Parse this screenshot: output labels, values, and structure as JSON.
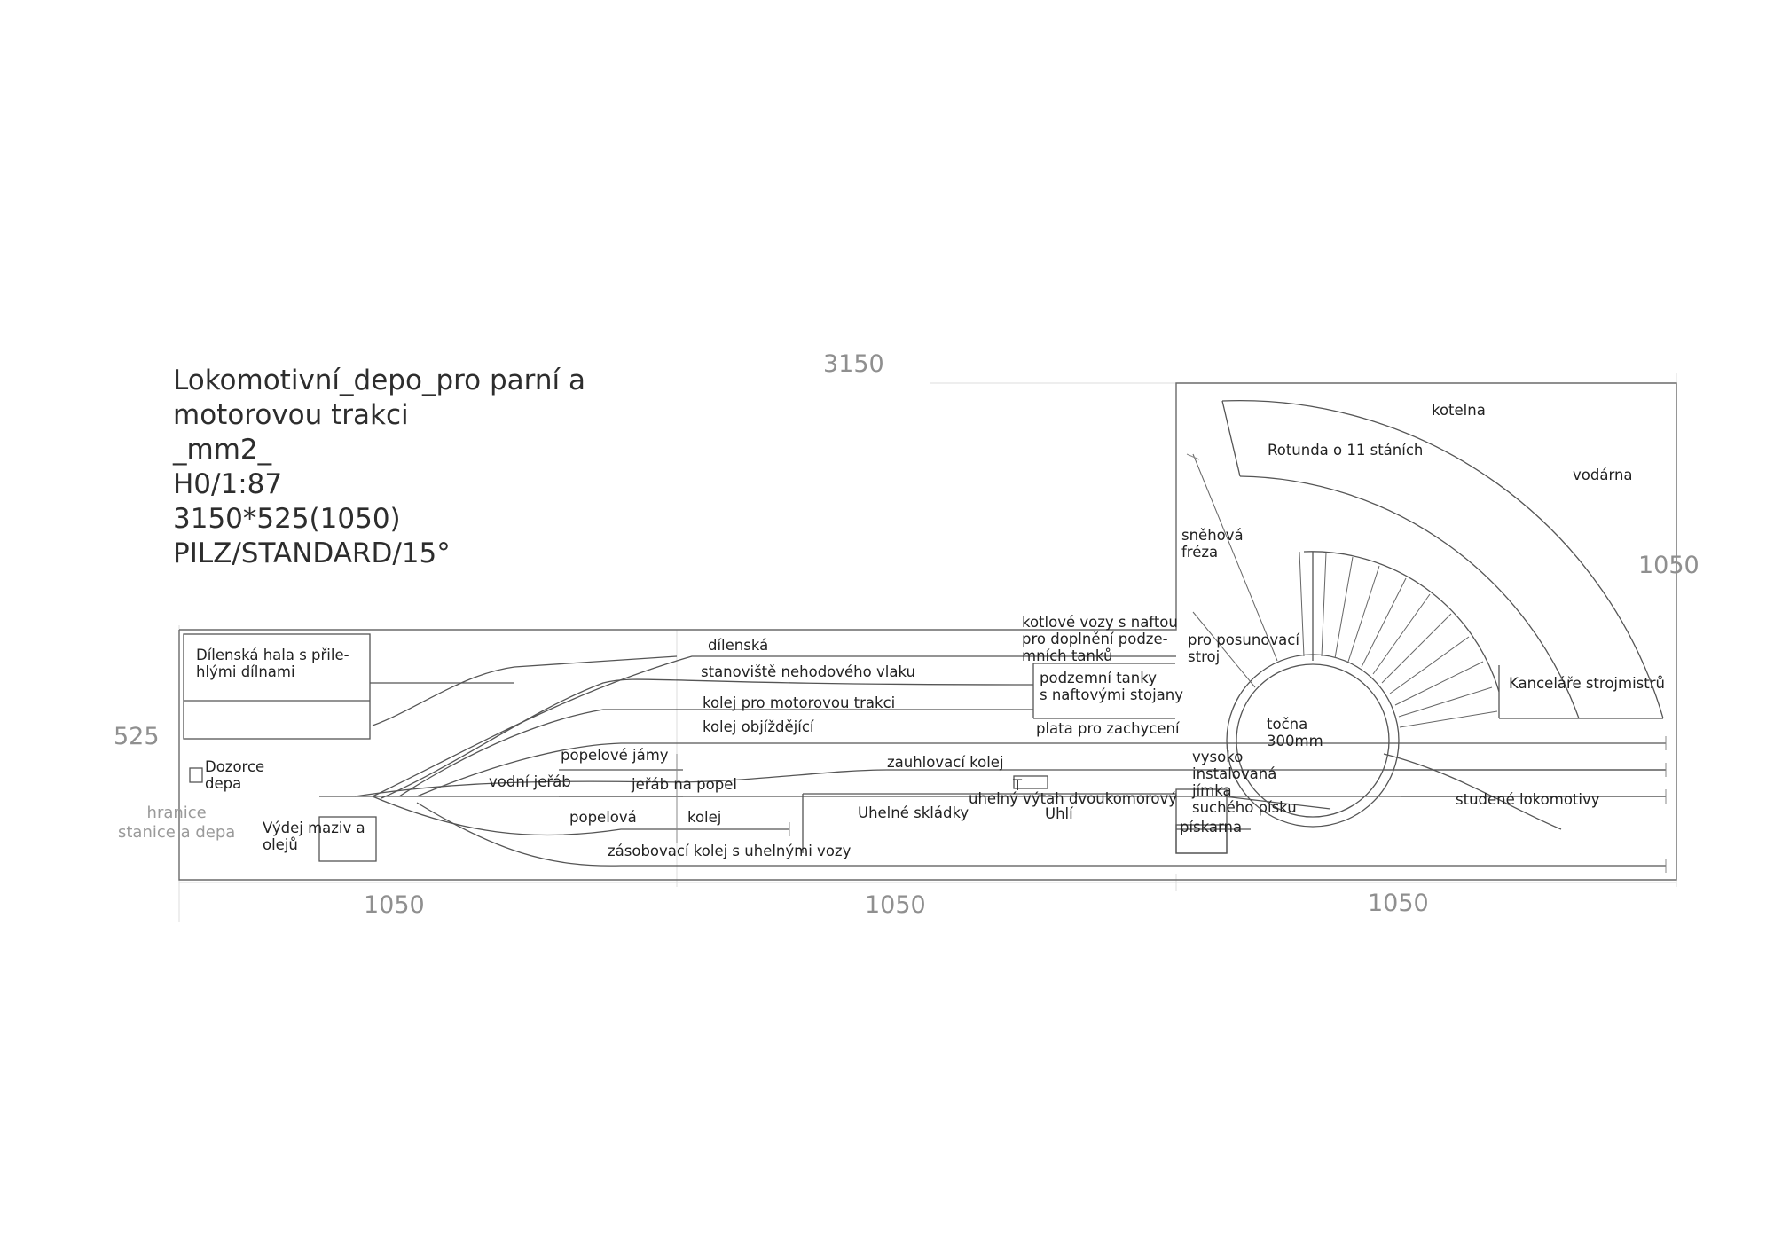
{
  "title": {
    "line1": "Lokomotivní_depo_pro parní a",
    "line2": "motorovou trakci",
    "line3": "_mm2_",
    "line4": "H0/1:87",
    "line5": "3150*525(1050)",
    "line6": "PILZ/STANDARD/15°"
  },
  "dimensions": {
    "top": "3150",
    "left": "525",
    "right": "1050",
    "bottom_1": "1050",
    "bottom_2": "1050",
    "bottom_3": "1050"
  },
  "labels": {
    "dilenska_hala": "Dílenská hala s přile-\nhlými dílnami",
    "dozorce": "Dozorce\ndepa",
    "hranice": "hranice\nstanice a depa",
    "vydej_maziv": "Výdej maziv a\nolejů",
    "dilenska": "dílenská",
    "stanoviste": "stanoviště nehodového vlaku",
    "kolej_motorova": "kolej pro motorovou trakci",
    "kolej_objizdeci": "kolej objíždějící",
    "popelove_jamy": "popelové jámy",
    "vodni_jerab": "vodní jeřáb",
    "jerab_na_popel": "jeřáb na popel",
    "popelova": "popelová",
    "kolej": "kolej",
    "zasobovaci": "zásobovací kolej s uhelnými vozy",
    "zauhlovaci": "zauhlovací kolej",
    "uhelne_sklady": "Uhelné skládky",
    "T": "T",
    "uhelny_vytah": "uhelný výtah dvoukomorový",
    "uhli": "Uhlí",
    "kotlove_vozy": "kotlové vozy s naftou\npro doplnění podze-\nmních tanků",
    "podzemni_tanky": "podzemní tanky\ns naftovými stojany",
    "plata": "plata pro zachycení",
    "snehova_freza": "sněhová\nfréza",
    "pro_posunovaci": "pro posunovací\nstroj",
    "tocna": "točna\n300mm",
    "vysoko": "vysoko\ninstalovaná\njímka\nsuchého písku",
    "piskarna": "pískarna",
    "rotunda": "Rotunda o 11 stáních",
    "kotelna": "kotelna",
    "vodarna": "vodárna",
    "kancelare": "Kanceláře strojmistrů",
    "studene": "studené lokomotivy"
  }
}
